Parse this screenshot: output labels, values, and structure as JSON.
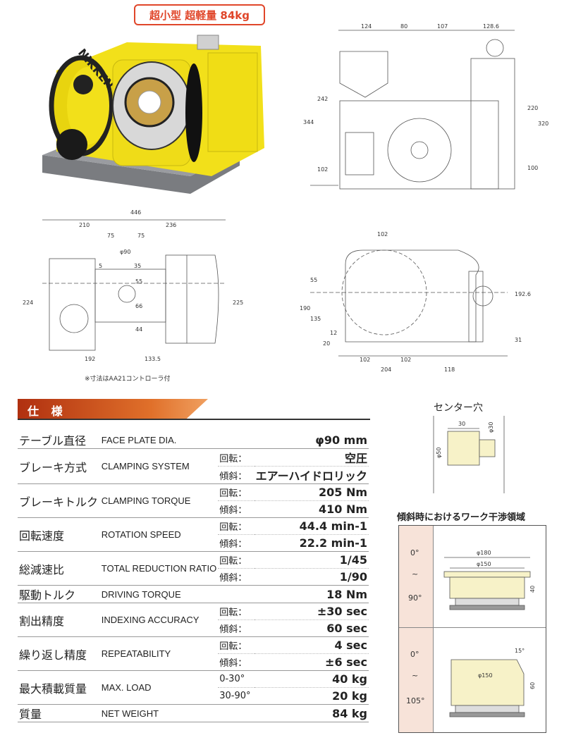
{
  "badge": "超小型  超軽量 84kg",
  "logo_text": "NIKKEN",
  "note": "※寸法はAA21コントローラ付",
  "dims_side": {
    "top": [
      "124",
      "80",
      "107",
      "128.6"
    ],
    "left": [
      "344",
      "242",
      "102"
    ],
    "right": [
      "220",
      "320",
      "100"
    ]
  },
  "dims_top": {
    "overall": "446",
    "split": [
      "210",
      "236"
    ],
    "inner": [
      "75",
      "75"
    ],
    "diameter": "φ90",
    "small": [
      "5",
      "35",
      "55",
      "66",
      "44"
    ],
    "left": "224",
    "right": "225",
    "bottom": [
      "192",
      "133.5"
    ]
  },
  "dims_front": {
    "top": "102",
    "left": [
      "55",
      "190",
      "135"
    ],
    "small": [
      "12",
      "20"
    ],
    "right": [
      "192.6",
      "31"
    ],
    "bottom": [
      "102",
      "102",
      "204",
      "118"
    ]
  },
  "spec": {
    "title": "仕 様",
    "rows": [
      {
        "jp": "テーブル直径",
        "en": "FACE PLATE  DIA.",
        "sub": [
          {
            "label": "",
            "value": "φ90 mm"
          }
        ]
      },
      {
        "jp": "ブレーキ方式",
        "en": "CLAMPING SYSTEM",
        "sub": [
          {
            "label": "回転：",
            "value": "空圧"
          },
          {
            "label": "傾斜：",
            "value": "エアーハイドロリック"
          }
        ]
      },
      {
        "jp": "ブレーキトルク",
        "en": "CLAMPING TORQUE",
        "sub": [
          {
            "label": "回転：",
            "value": "205 Nm"
          },
          {
            "label": "傾斜：",
            "value": "410 Nm"
          }
        ]
      },
      {
        "jp": "回転速度",
        "en": "ROTATION SPEED",
        "sub": [
          {
            "label": "回転：",
            "value": "44.4 min-1"
          },
          {
            "label": "傾斜：",
            "value": "22.2 min-1"
          }
        ]
      },
      {
        "jp": "総減速比",
        "en": "TOTAL REDUCTION RATIO",
        "sub": [
          {
            "label": "回転：",
            "value": "1/45"
          },
          {
            "label": "傾斜：",
            "value": "1/90"
          }
        ]
      },
      {
        "jp": "駆動トルク",
        "en": "DRIVING TORQUE",
        "sub": [
          {
            "label": "",
            "value": "18 Nm"
          }
        ]
      },
      {
        "jp": "割出精度",
        "en": "INDEXING ACCURACY",
        "sub": [
          {
            "label": "回転：",
            "value": "±30 sec"
          },
          {
            "label": "傾斜：",
            "value": "60 sec"
          }
        ]
      },
      {
        "jp": "繰り返し精度",
        "en": "REPEATABILITY",
        "sub": [
          {
            "label": "回転：",
            "value": "4 sec"
          },
          {
            "label": "傾斜：",
            "value": "±6 sec"
          }
        ]
      },
      {
        "jp": "最大積載質量",
        "en": "MAX. LOAD",
        "sub": [
          {
            "label": "0-30°",
            "value": "40 kg"
          },
          {
            "label": "30-90°",
            "value": "20 kg"
          }
        ]
      },
      {
        "jp": "質量",
        "en": "NET WEIGHT",
        "sub": [
          {
            "label": "",
            "value": "84 kg"
          }
        ]
      }
    ]
  },
  "center_hole": {
    "title": "センター穴",
    "dims": [
      "30",
      "φ30",
      "φ50"
    ]
  },
  "work_area": {
    "title": "傾斜時におけるワーク干渉領域",
    "upper": {
      "angle_from": "0°",
      "tilde": "~",
      "angle_to": "90°",
      "d1": "φ180",
      "d2": "φ150",
      "h": "40"
    },
    "lower": {
      "angle_from": "0°",
      "tilde": "~",
      "angle_to": "105°",
      "d1": "φ150",
      "h": "60",
      "chamfer": "15°"
    }
  },
  "colors": {
    "yellow": "#f2e01a",
    "accent": "#e0462a",
    "header": "#c8451a",
    "cream": "#f7f2c8"
  }
}
